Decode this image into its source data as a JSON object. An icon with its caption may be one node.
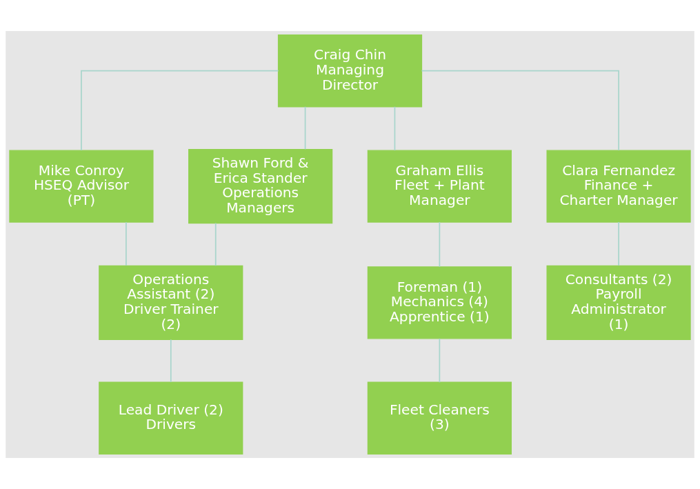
{
  "diagram": {
    "nodes": [
      {
        "text": [
          "Craig Chin",
          "Managing Director"
        ]
      },
      {
        "text": [
          "Mike Conroy",
          "HSEQ Advisor (PT)"
        ]
      },
      {
        "text": [
          "Shawn Ford & Erica Stander",
          "Operations Managers"
        ]
      },
      {
        "text": [
          "Graham Ellis",
          "Fleet + Plant Manager"
        ]
      },
      {
        "text": [
          "Clara Fernandez",
          "Finance + Charter Manager"
        ]
      },
      {
        "text": [
          "Operations Assistant (2)",
          "Driver Trainer (2)"
        ]
      },
      {
        "text": [
          "Lead Driver (2)",
          "Drivers"
        ]
      },
      {
        "text": [
          "Foreman (1)",
          "Mechanics (4)",
          "Apprentice (1)"
        ]
      },
      {
        "text": [
          "Fleet Cleaners (3)"
        ]
      },
      {
        "text": [
          "Consultants (2)",
          "Payroll Administrator (1)"
        ]
      }
    ],
    "edges": [
      {
        "from": 0,
        "to": 1,
        "arrow": "none"
      },
      {
        "from": 0,
        "to": 2,
        "arrow": "none"
      },
      {
        "from": 0,
        "to": 3,
        "arrow": "none"
      },
      {
        "from": 0,
        "to": 4,
        "arrow": "none"
      },
      {
        "from": 2,
        "to": 5,
        "arrow": "none"
      },
      {
        "from": 1,
        "to": 5,
        "arrow": "none"
      },
      {
        "from": 5,
        "to": 6,
        "arrow": "none"
      },
      {
        "from": 3,
        "to": 7,
        "arrow": "none"
      },
      {
        "from": 7,
        "to": 8,
        "arrow": "none"
      },
      {
        "from": 4,
        "to": 9,
        "arrow": "none"
      }
    ]
  }
}
